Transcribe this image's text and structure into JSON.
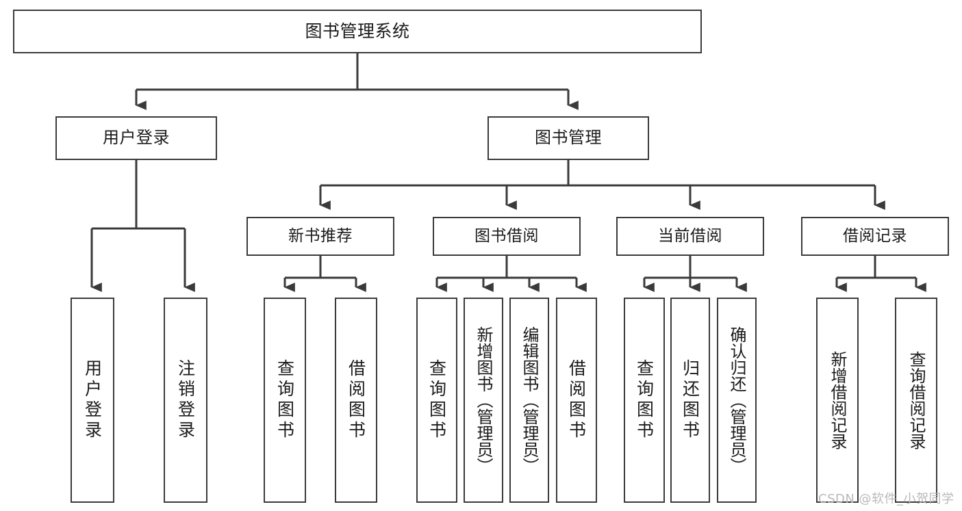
{
  "diagram": {
    "title": "图书管理系统",
    "type": "tree-hierarchy-diagram",
    "root": {
      "id": "root",
      "label": "图书管理系统"
    },
    "level2": [
      {
        "id": "user-login",
        "label": "用户登录"
      },
      {
        "id": "book-management",
        "label": "图书管理"
      }
    ],
    "level3": [
      {
        "id": "new-book-recommend",
        "label": "新书推荐",
        "parent": "book-management"
      },
      {
        "id": "book-borrow",
        "label": "图书借阅",
        "parent": "book-management"
      },
      {
        "id": "current-borrow",
        "label": "当前借阅",
        "parent": "book-management"
      },
      {
        "id": "borrow-record",
        "label": "借阅记录",
        "parent": "book-management"
      }
    ],
    "leaves": [
      {
        "id": "leaf-user-login",
        "label": "用户登录",
        "parent": "user-login"
      },
      {
        "id": "leaf-user-logout",
        "label": "注销登录",
        "parent": "user-login"
      },
      {
        "id": "leaf-query-book-1",
        "label": "查询图书",
        "parent": "new-book-recommend"
      },
      {
        "id": "leaf-borrow-book-1",
        "label": "借阅图书",
        "parent": "new-book-recommend"
      },
      {
        "id": "leaf-query-book-2",
        "label": "查询图书",
        "parent": "book-borrow"
      },
      {
        "id": "leaf-add-book",
        "label": "新增图书（管理员）",
        "parent": "book-borrow"
      },
      {
        "id": "leaf-edit-book",
        "label": "编辑图书（管理员）",
        "parent": "book-borrow"
      },
      {
        "id": "leaf-borrow-book-2",
        "label": "借阅图书",
        "parent": "book-borrow"
      },
      {
        "id": "leaf-query-book-3",
        "label": "查询图书",
        "parent": "current-borrow"
      },
      {
        "id": "leaf-return-book",
        "label": "归还图书",
        "parent": "current-borrow"
      },
      {
        "id": "leaf-confirm-return",
        "label": "确认归还（管理员）",
        "parent": "current-borrow"
      },
      {
        "id": "leaf-add-record",
        "label": "新增借阅记录",
        "parent": "borrow-record"
      },
      {
        "id": "leaf-query-record",
        "label": "查询借阅记录",
        "parent": "borrow-record"
      }
    ],
    "colors": {
      "stroke": "#3a3a3a",
      "fill": "#ffffff",
      "text": "#1a1a1a",
      "watermark": "#b9b9b9"
    }
  },
  "watermark": {
    "text": "CSDN @软件_小贺同学"
  }
}
